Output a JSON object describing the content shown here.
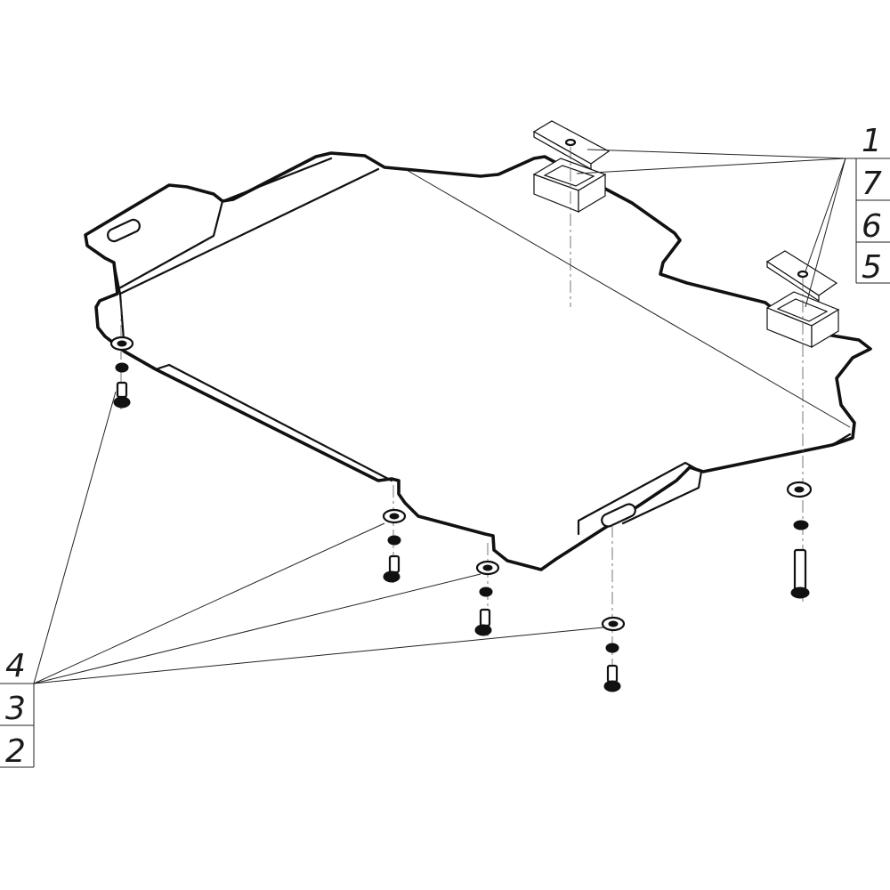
{
  "callouts": {
    "top_right": [
      "1",
      "7",
      "6",
      "5"
    ],
    "bottom_left": [
      "4",
      "3",
      "2"
    ]
  },
  "colors": {
    "line": "#111111",
    "background": "#ffffff"
  }
}
